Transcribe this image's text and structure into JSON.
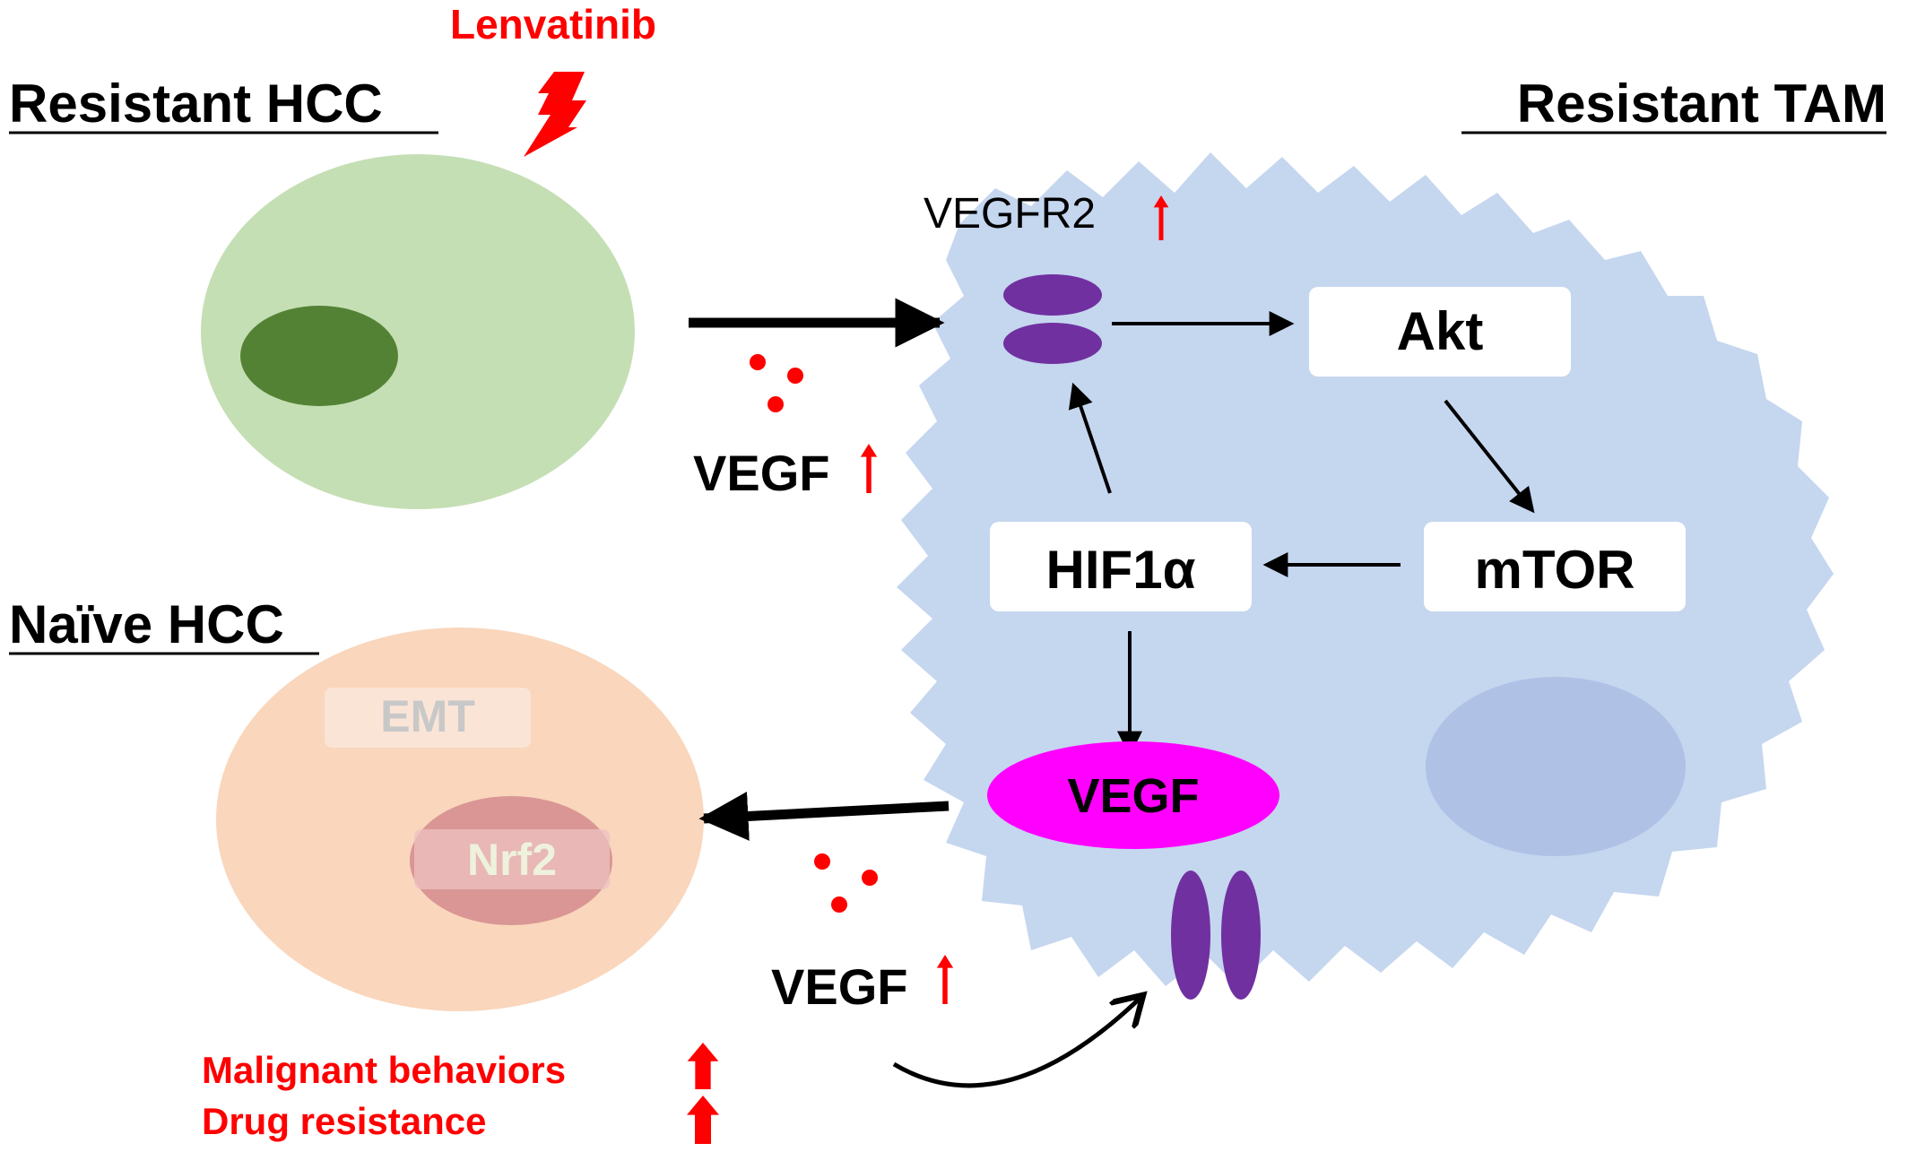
{
  "drug": {
    "label": "Lenvatinib",
    "color": "#ff0000"
  },
  "cells": {
    "resistant_hcc": {
      "title": "Resistant HCC",
      "cell_color": "#c4dfb4",
      "nucleus_color": "#548235"
    },
    "resistant_tam": {
      "title": "Resistant TAM",
      "cell_color": "#c5d6ef",
      "nucleus_color": "#afc2e6"
    },
    "naive_hcc": {
      "title": "Naïve HCC",
      "cell_color": "#f9d6bc",
      "nucleus_color": "#d99694",
      "markers": {
        "emt": "EMT",
        "nrf2": "Nrf2"
      }
    }
  },
  "molecules": {
    "vegfr2": {
      "label": "VEGFR2",
      "color": "#7030a0"
    },
    "vegf_secreted_top": "VEGF",
    "vegf_secreted_bottom": "VEGF",
    "vegf_intracellular": {
      "label": "VEGF",
      "color": "#ff00ff"
    },
    "vesicle_color": "#ff0000"
  },
  "pathway": {
    "akt": "Akt",
    "mtor": "mTOR",
    "hif1a": "HIF1α"
  },
  "outcomes": [
    "Malignant behaviors",
    "Drug resistance"
  ],
  "icons": {
    "lightning": "lightning-bolt-icon",
    "up_arrow": "up-arrow-icon"
  },
  "colors": {
    "upregulation": "#ff0000",
    "arrow": "#000000"
  }
}
